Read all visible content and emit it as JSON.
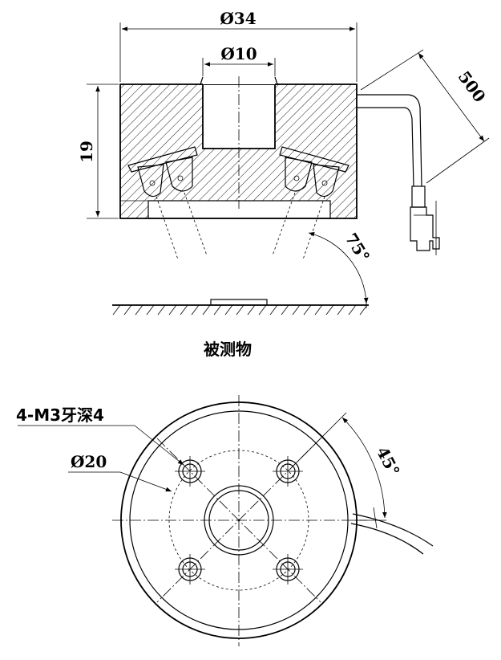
{
  "labels": {
    "outer_diameter": "Ø34",
    "inner_diameter": "Ø10",
    "height": "19",
    "cable_length": "500",
    "angle_side": "75°",
    "object_label": "被测物",
    "mount_holes": "4-M3牙深4",
    "bolt_circle": "Ø20",
    "angle_top": "45°"
  }
}
